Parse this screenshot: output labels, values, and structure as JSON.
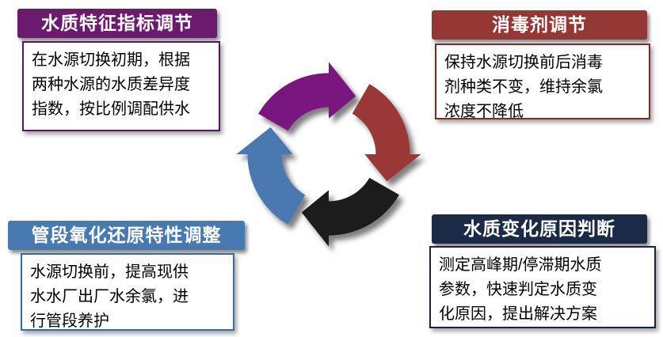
{
  "diagram": {
    "title": "",
    "quadrants": [
      {
        "id": "water-quality-index-adjustment",
        "title": "水质特征指标调节",
        "body": "在水源切换初期，根据\n两种水源的水质差异度\n指数，按比例调配供水",
        "color": "#6B1A70"
      },
      {
        "id": "disinfectant-adjustment",
        "title": "消毒剂调节",
        "body": "保持水源切换前后消毒\n剂种类不变，维持余氯\n浓度不降低",
        "color": "#953735"
      },
      {
        "id": "pipe-redox-characteristic-adjustment",
        "title": "管段氧化还原特性调整",
        "body": "水源切换前，提高现供\n水水厂出厂水余氯，进\n行管段养护",
        "color": "#4879B0"
      },
      {
        "id": "water-quality-change-cause-judgment",
        "title": "水质变化原因判断",
        "body": "测定高峰期/停滞期水质\n参数，快速判定水质变\n化原因，提出解决方案",
        "color": "#1B2A47"
      }
    ],
    "cycle_arrows": {
      "top_color": "#7A1280",
      "right_color": "#9A3838",
      "bottom_color": "#1C1C1C",
      "left_color": "#4879B0"
    }
  }
}
